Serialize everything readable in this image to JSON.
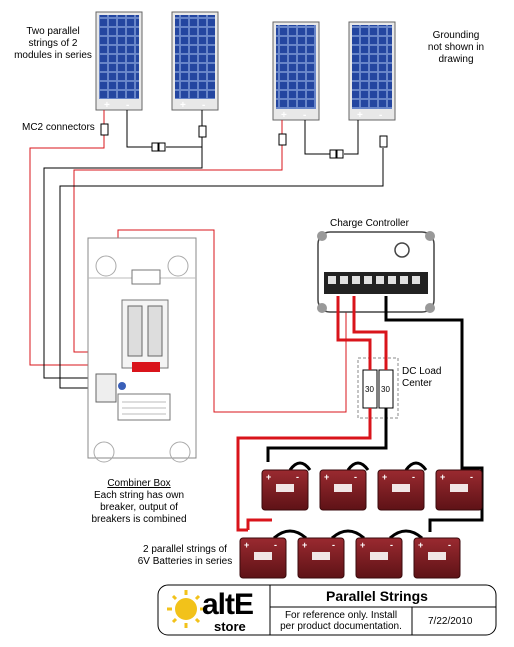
{
  "labels": {
    "strings_note": "Two parallel\nstrings of 2\nmodules in series",
    "grounding_note": "Grounding\nnot shown in\ndrawing",
    "mc2": "MC2 connectors",
    "charge_controller": "Charge Controller",
    "dc_load_center": "DC Load\nCenter",
    "combiner_title": "Combiner Box",
    "combiner_desc": "Each string has own\nbreaker, output of\nbreakers is combined",
    "battery_note": "2 parallel strings of\n6V Batteries in series"
  },
  "panel_terminals": {
    "plus": "+",
    "minus": "-"
  },
  "battery_terminals": {
    "plus": "+",
    "minus": "-"
  },
  "load_center_breakers": [
    "30",
    "30"
  ],
  "title_block": {
    "logo_main": "altE",
    "logo_sub": "store",
    "title": "Parallel Strings",
    "note": "For reference only.  Install\nper product documentation.",
    "date": "7/22/2010"
  },
  "colors": {
    "positive_wire": "#d9141b",
    "negative_wire": "#000000",
    "panel_cell": "#2c4fa8",
    "battery": "#7a1a1f",
    "logo_sun": "#f2c21a"
  }
}
